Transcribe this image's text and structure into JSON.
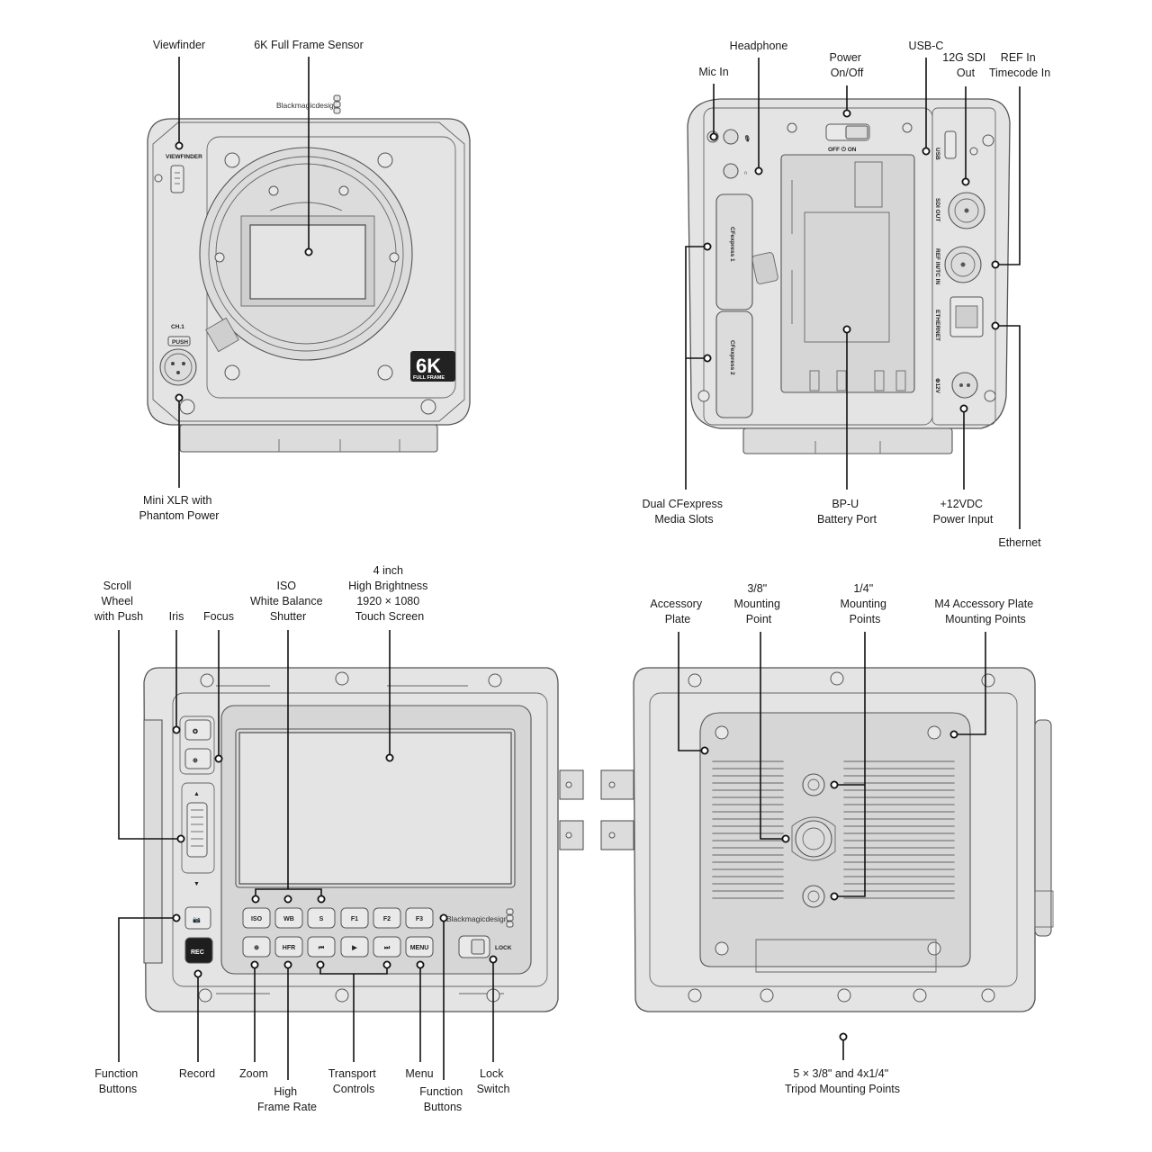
{
  "front_view": {
    "labels": {
      "viewfinder": "Viewfinder",
      "sensor": "6K Full Frame Sensor",
      "mini_xlr": [
        "Mini XLR with",
        "Phantom Power"
      ]
    },
    "markings": {
      "brand": "Blackmagicdesign",
      "viewfinder_port": "VIEWFINDER",
      "channel": "CH.1",
      "push": "PUSH",
      "badge_main": "6K",
      "badge_sub": "FULL FRAME"
    }
  },
  "rear_view": {
    "labels": {
      "mic_in": "Mic In",
      "headphone": "Headphone",
      "power": [
        "Power",
        "On/Off"
      ],
      "usb_c": "USB-C",
      "sdi_out": [
        "12G SDI",
        "Out"
      ],
      "ref_in": [
        "REF In",
        "Timecode In"
      ],
      "cfexpress": [
        "Dual CFexpress",
        "Media Slots"
      ],
      "battery": [
        "BP-U",
        "Battery Port"
      ],
      "power_input": [
        "+12VDC",
        "Power Input"
      ],
      "ethernet": "Ethernet"
    },
    "markings": {
      "off_on": "OFF  ⏻  ON",
      "usb": "USB",
      "sdi_out": "SDI OUT",
      "ref_in": "REF IN/TC IN",
      "ethernet": "ETHERNET",
      "dc": "⊕12V",
      "card1": "CFexpress 1",
      "card2": "CFexpress 2"
    }
  },
  "side_view": {
    "labels": {
      "scroll_wheel": [
        "Scroll",
        "Wheel",
        "with Push"
      ],
      "iris": "Iris",
      "focus": "Focus",
      "iso_group": [
        "ISO",
        "White Balance",
        "Shutter"
      ],
      "screen": [
        "4 inch",
        "High Brightness",
        "1920 × 1080",
        "Touch Screen"
      ],
      "function_buttons_left": [
        "Function",
        "Buttons"
      ],
      "record": "Record",
      "zoom": "Zoom",
      "high_frame_rate": [
        "High",
        "Frame Rate"
      ],
      "transport": [
        "Transport",
        "Controls"
      ],
      "menu": "Menu",
      "function_buttons_right": [
        "Function",
        "Buttons"
      ],
      "lock_switch": [
        "Lock",
        "Switch"
      ]
    },
    "buttons_row1": [
      "ISO",
      "WB",
      "S",
      "F1",
      "F2",
      "F3"
    ],
    "buttons_row2": [
      "zoom-icon",
      "HFR",
      "skip-back-icon",
      "play-icon",
      "skip-forward-icon",
      "MENU"
    ],
    "markings": {
      "rec": "REC",
      "lock": "LOCK",
      "brand": "Blackmagicdesign"
    }
  },
  "bottom_view": {
    "labels": {
      "accessory_plate": [
        "Accessory",
        "Plate"
      ],
      "mount_38": [
        "3/8\"",
        "Mounting",
        "Point"
      ],
      "mount_14": [
        "1/4\"",
        "Mounting",
        "Points"
      ],
      "m4_plate": [
        "M4 Accessory Plate",
        "Mounting Points"
      ],
      "tripod": [
        "5 × 3/8\" and 4x1/4\"",
        "Tripod Mounting Points"
      ]
    }
  }
}
